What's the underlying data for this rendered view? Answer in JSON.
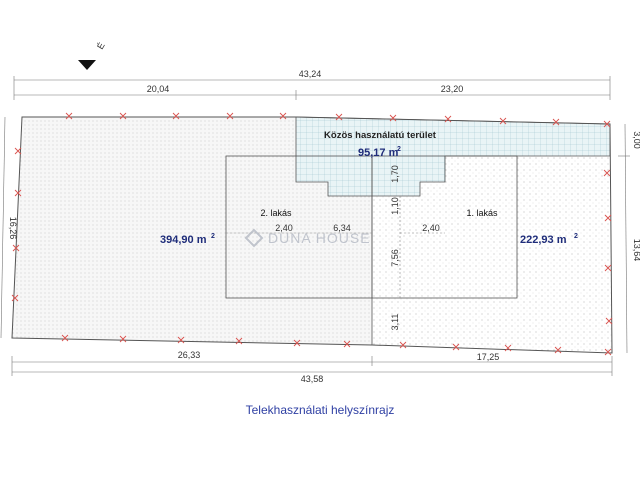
{
  "north_label": "É",
  "dimensions": {
    "top_total": "43,24",
    "top_left": "20,04",
    "top_right": "23,20",
    "right_upper": "3,00",
    "right_main": "13,64",
    "left_side": "16,26",
    "bottom_left": "26,33",
    "bottom_right": "17,25",
    "bottom_total": "43,58",
    "v_1_70": "1,70",
    "v_1_10": "1,10",
    "v_7_56": "7,56",
    "v_3_11": "3,11",
    "h_left_2_40": "2,40",
    "h_mid": "6,34",
    "h_right_2_40": "2,40"
  },
  "areas": {
    "common_title": "Közös használatú terület",
    "common_value": "95,17 m",
    "left_value": "394,90 m",
    "right_value": "222,93 m",
    "sup": "2"
  },
  "units": {
    "unit2": "2. lakás",
    "unit1": "1. lakás"
  },
  "watermark": "DUNA HOUSE",
  "caption": "Telekhasználati helyszínrajz",
  "colors": {
    "boundary": "#555555",
    "marker": "#d9534f",
    "area_text": "#1f2d7a",
    "common_fill": "#e6f2f4",
    "caption": "#2e3fa3"
  }
}
